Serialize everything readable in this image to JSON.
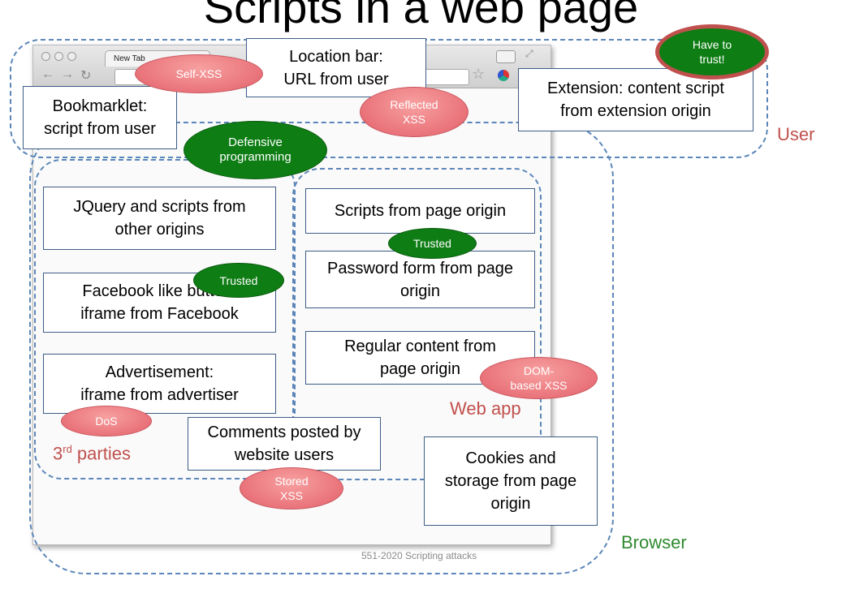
{
  "title": "Scripts in a web page",
  "browser_window": {
    "tab_label": "New Tab"
  },
  "regions": {
    "user_label": "User",
    "browser_label": "Browser",
    "third_parties_label": "3",
    "third_parties_sup": "rd",
    "third_parties_rest": " parties",
    "web_app_label": "Web app"
  },
  "boxes": {
    "location_bar": [
      "Location bar:",
      "URL from user"
    ],
    "bookmarklet": [
      "Bookmarklet:",
      "script from user"
    ],
    "extension": [
      "Extension: content script",
      "from extension origin"
    ],
    "jquery": [
      "JQuery and  scripts from",
      "other origins"
    ],
    "facebook": [
      "Facebook like button:",
      "iframe from Facebook"
    ],
    "advertisement": [
      "Advertisement:",
      "iframe from advertiser"
    ],
    "scripts_page": [
      "Scripts from page origin"
    ],
    "password_form": [
      "Password form from page",
      "origin"
    ],
    "regular_content": [
      "Regular content from",
      "page origin"
    ],
    "comments": [
      "Comments posted by",
      "website users"
    ],
    "cookies": [
      "Cookies and",
      "storage from page",
      "origin"
    ]
  },
  "ovals": {
    "self_xss": "Self-XSS",
    "reflected_xss": [
      "Reflected",
      "XSS"
    ],
    "have_to_trust": [
      "Have to",
      "trust!"
    ],
    "defensive": [
      "Defensive",
      "programming"
    ],
    "trusted_1": "Trusted",
    "trusted_2": "Trusted",
    "dom_xss": [
      "DOM-",
      "based XSS"
    ],
    "dos": "DoS",
    "stored_xss": [
      "Stored",
      "XSS"
    ]
  },
  "footer": "551-2020 Scripting attacks",
  "colors": {
    "dashed_region": "#5b86b8",
    "box_border": "#3c5d87",
    "red_label": "#c0504d",
    "green_label": "#2f8a2f",
    "attack_oval": "#e9737a",
    "trust_oval": "#0e7d14"
  }
}
